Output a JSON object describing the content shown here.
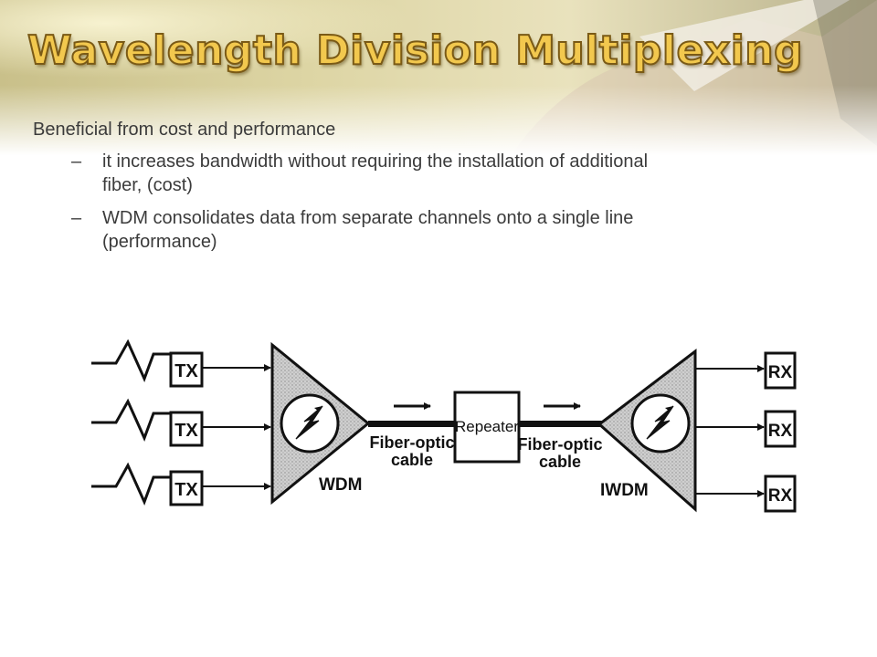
{
  "slide": {
    "title": "Wavelength Division Multiplexing",
    "main_bullet": "Beneficial from cost and performance",
    "dash": "–",
    "sub_bullets": [
      {
        "line1": "it increases bandwidth without requiring the installation of additional",
        "line2": "fiber,  (cost)"
      },
      {
        "line1": "WDM consolidates data from separate channels onto a single line",
        "line2": "(performance)"
      }
    ]
  },
  "diagram": {
    "tx_label": "TX",
    "rx_label": "RX",
    "wdm_label": "WDM",
    "iwdm_label": "IWDM",
    "repeater_label": "Repeater",
    "cable_line1": "Fiber-optic",
    "cable_line2": "cable",
    "icon": "lightning-icon"
  },
  "colors": {
    "title_fill": "#f2c84e",
    "title_outline": "#7a5a16",
    "body_text": "#3b3b3b",
    "triangle_fill": "#c9c9c9"
  }
}
